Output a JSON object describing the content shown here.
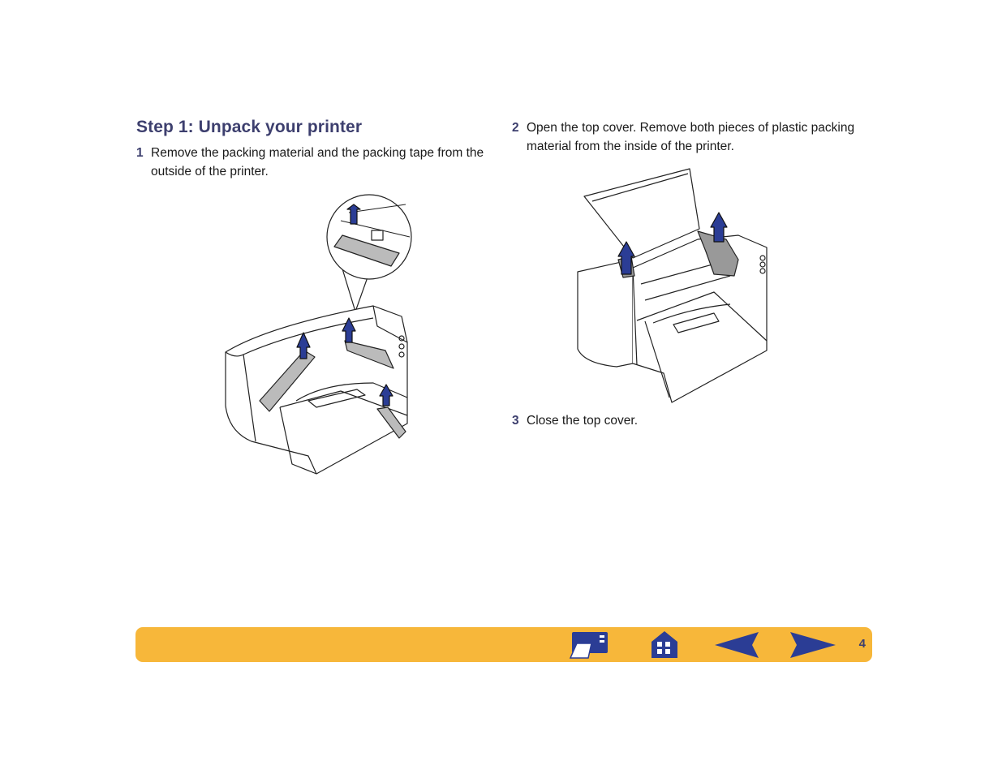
{
  "page": {
    "title": "Step 1: Unpack your printer",
    "steps": [
      {
        "number": "1",
        "text": "Remove the packing material and the packing tape from the outside of the printer."
      },
      {
        "number": "2",
        "text": "Open the top cover. Remove both pieces of plastic packing material from the inside of the printer."
      },
      {
        "number": "3",
        "text": "Close the top cover."
      }
    ]
  },
  "navbar": {
    "page_number": "4",
    "icons": [
      "print-icon",
      "home-icon",
      "previous-arrow-icon",
      "next-arrow-icon"
    ]
  },
  "colors": {
    "accent": "#3d3f6e",
    "navbar": "#f7b73a",
    "arrow_blue": "#2b3d95"
  }
}
